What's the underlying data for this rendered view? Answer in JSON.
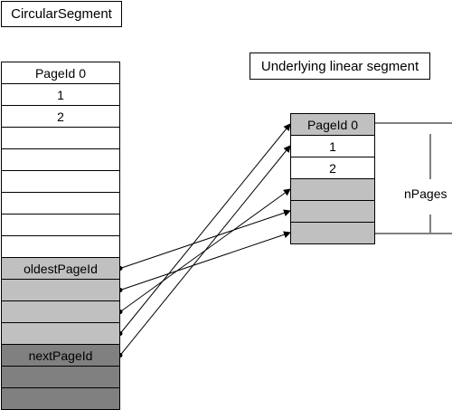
{
  "circular_segment": {
    "title": "CircularSegment",
    "cells": [
      {
        "label": "PageId 0",
        "shade": "white"
      },
      {
        "label": "1",
        "shade": "white"
      },
      {
        "label": "2",
        "shade": "white"
      },
      {
        "label": "",
        "shade": "white"
      },
      {
        "label": "",
        "shade": "white"
      },
      {
        "label": "",
        "shade": "white"
      },
      {
        "label": "",
        "shade": "white"
      },
      {
        "label": "",
        "shade": "white"
      },
      {
        "label": "",
        "shade": "white"
      },
      {
        "label": "oldestPageId",
        "shade": "light"
      },
      {
        "label": "",
        "shade": "light"
      },
      {
        "label": "",
        "shade": "light"
      },
      {
        "label": "",
        "shade": "light"
      },
      {
        "label": "nextPageId",
        "shade": "dark"
      },
      {
        "label": "",
        "shade": "dark"
      },
      {
        "label": "",
        "shade": "dark"
      }
    ]
  },
  "linear_segment": {
    "title": "Underlying linear segment",
    "cells": [
      {
        "label": "PageId 0",
        "shade": "light"
      },
      {
        "label": "1",
        "shade": "white"
      },
      {
        "label": "2",
        "shade": "white"
      },
      {
        "label": "",
        "shade": "light"
      },
      {
        "label": "",
        "shade": "light"
      },
      {
        "label": "",
        "shade": "light"
      }
    ]
  },
  "npages_label": "nPages",
  "arrows": [
    {
      "from_cell": 9,
      "to_cell": 4
    },
    {
      "from_cell": 10,
      "to_cell": 5
    },
    {
      "from_cell": 11,
      "to_cell": 3
    },
    {
      "from_cell": 12,
      "to_cell": 0
    },
    {
      "from_cell": 13,
      "to_cell": 1
    }
  ],
  "colors": {
    "white": "#ffffff",
    "light": "#c0c0c0",
    "dark": "#808080",
    "line": "#000000"
  }
}
